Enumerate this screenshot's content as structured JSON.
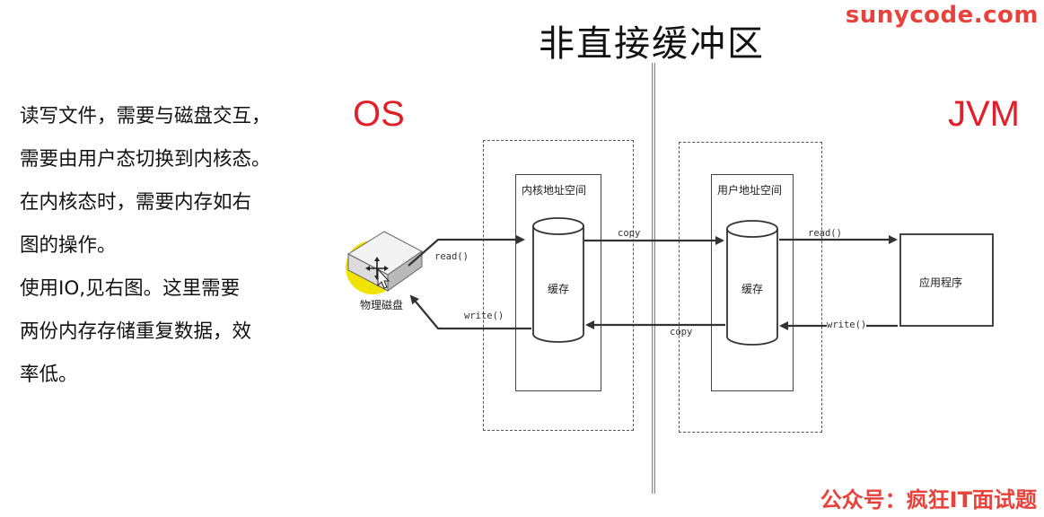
{
  "watermark_top": "sunycode.com",
  "watermark_bottom": "公众号：疯狂IT面试题",
  "title": "非直接缓冲区",
  "side_text": [
    "读写文件，需要与磁盘交互，",
    "需要由用户态切换到内核态。",
    "在内核态时，需要内存如右",
    "图的操作。",
    "使用IO,见右图。这里需要",
    "两份内存存储重复数据，效",
    "率低。"
  ],
  "labels": {
    "os": "OS",
    "jvm": "JVM",
    "kernel_space": "内核地址空间",
    "user_space": "用户地址空间",
    "kernel_buffer": "缓存",
    "user_buffer": "缓存",
    "app": "应用程序",
    "disk": "物理磁盘",
    "read_left": "read()",
    "write_left": "write()",
    "copy_top": "copy",
    "copy_bottom": "copy",
    "read_right": "read()",
    "write_right": "write()"
  },
  "colors": {
    "brand_red": "#e8423c",
    "os_jvm_red": "#e0202a",
    "disk_highlight": "#f2e200"
  }
}
